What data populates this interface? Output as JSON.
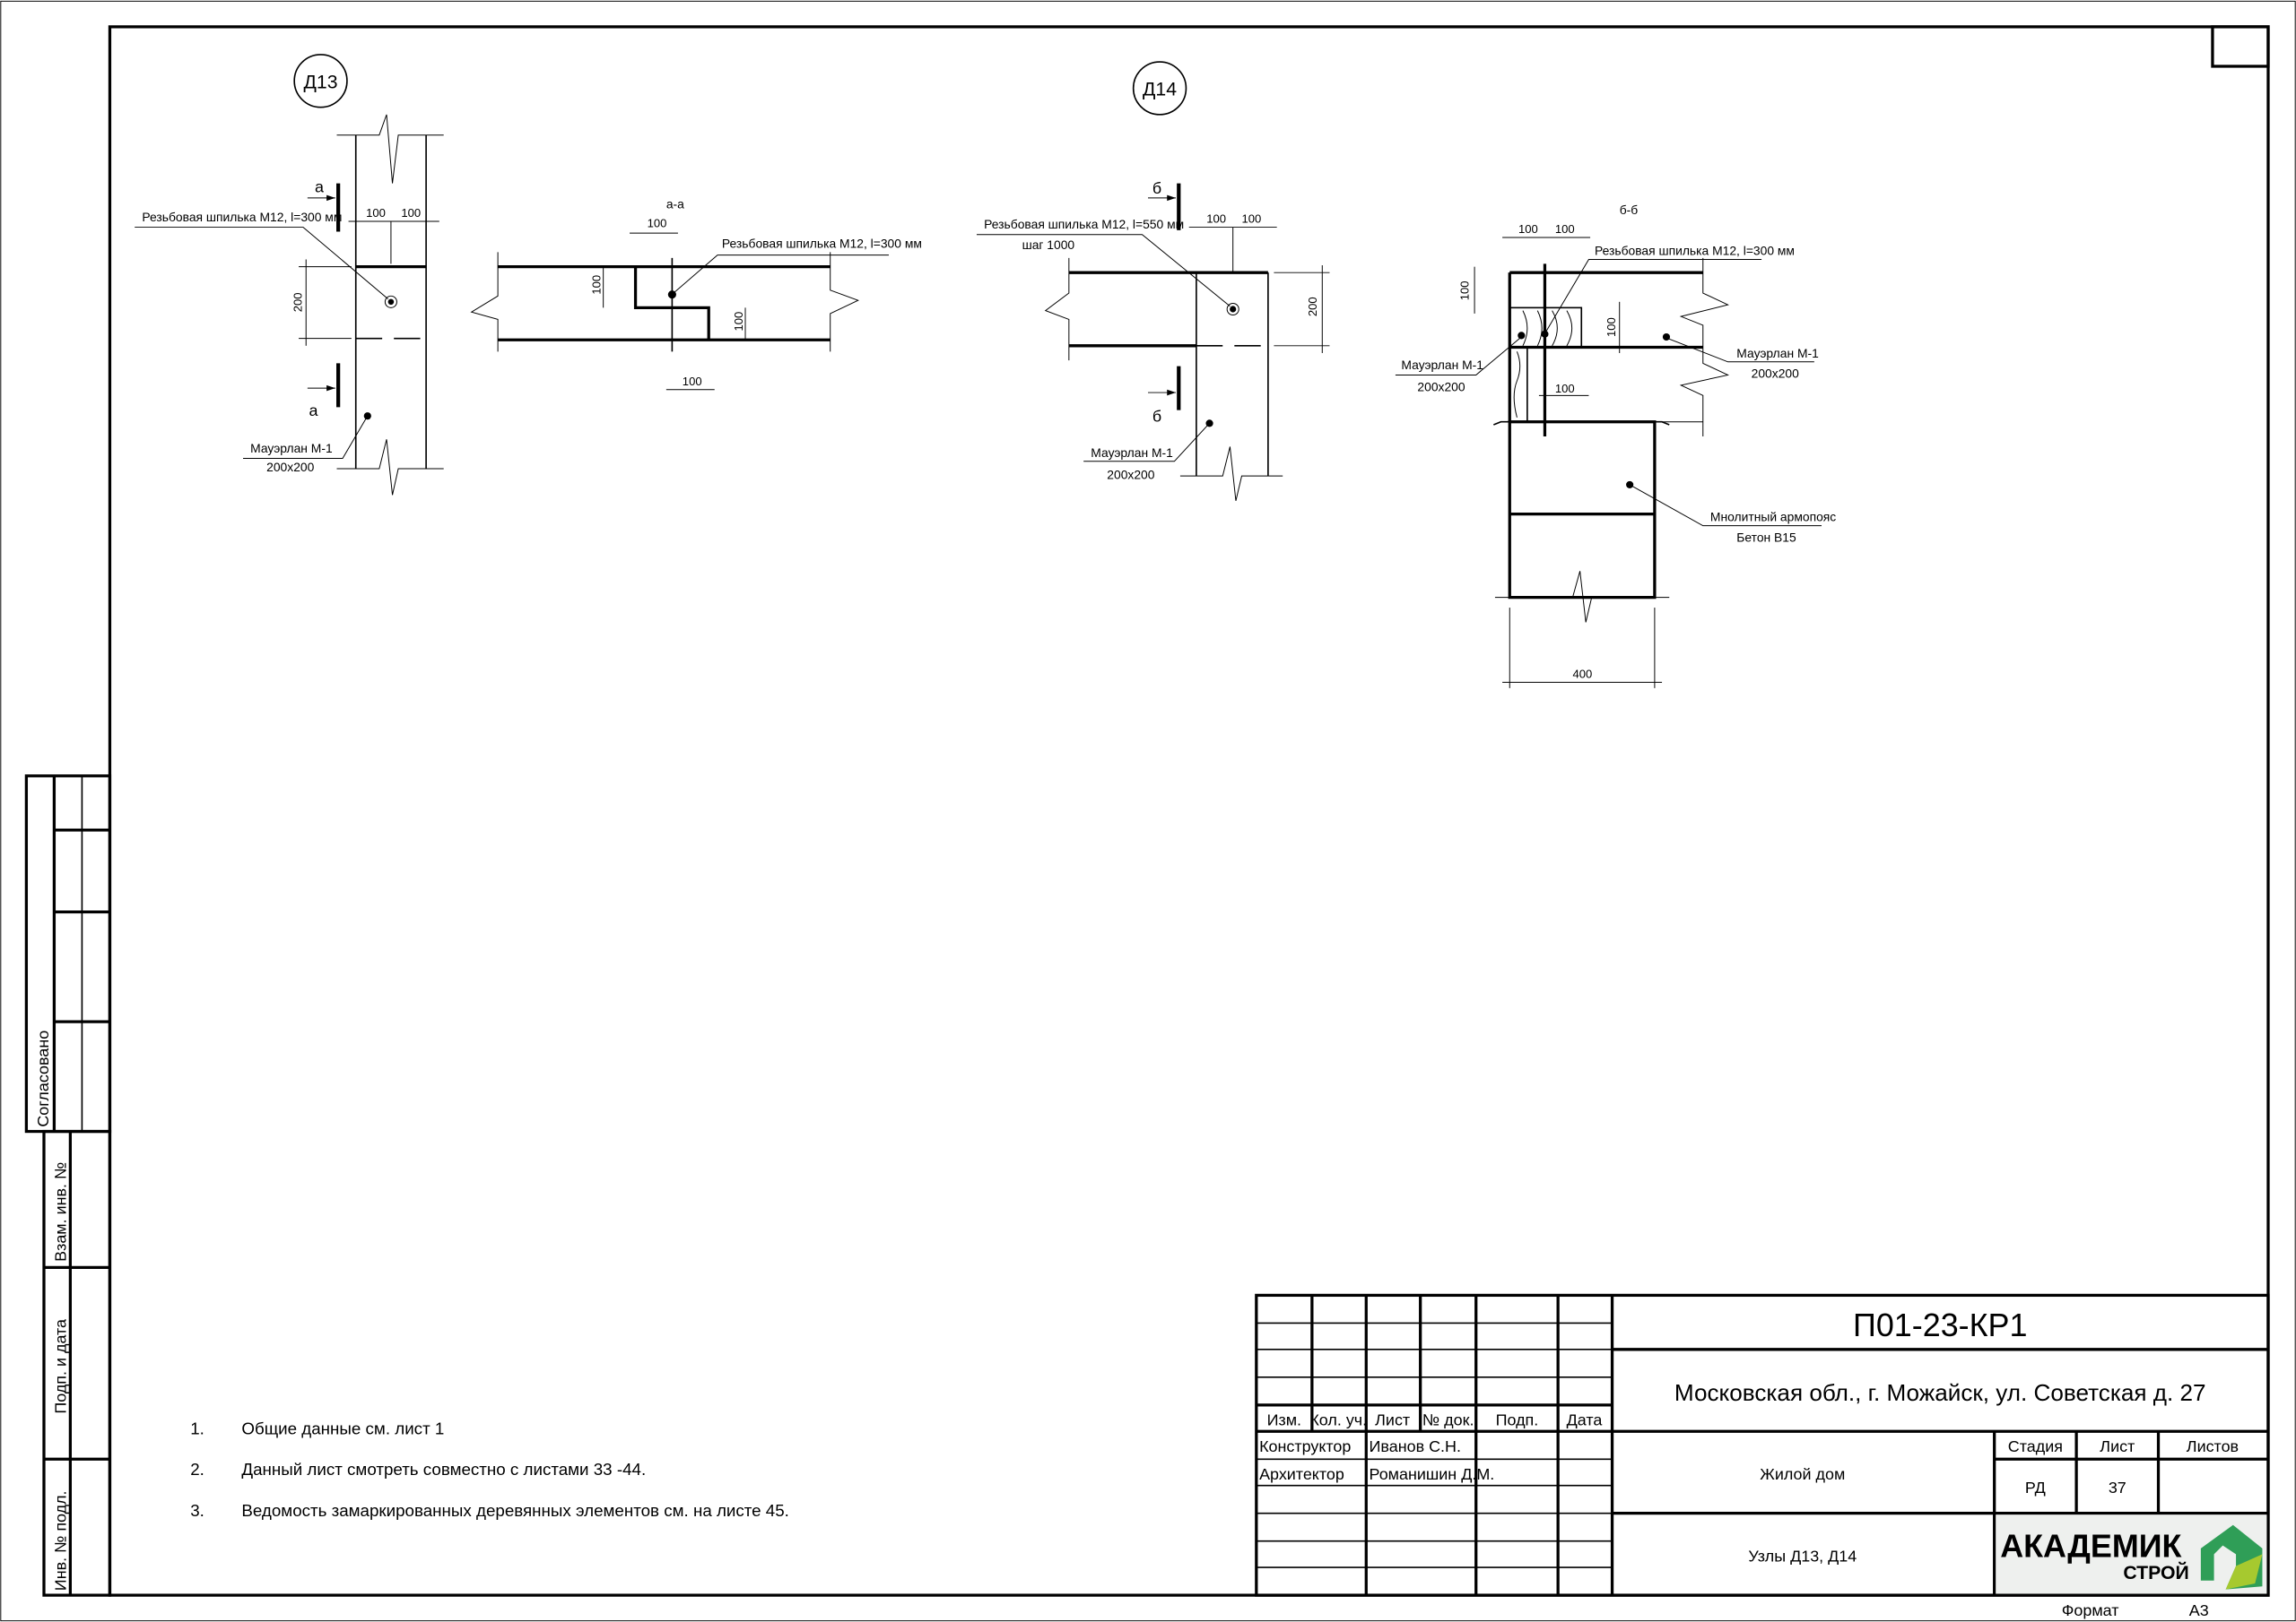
{
  "details": {
    "d13": {
      "marker": "Д13",
      "section_mark": "а",
      "section_title": "а-а",
      "stud_label": "Резьбовая шпилька М12, l=300 мм",
      "section_stud_label": "Резьбовая шпилька М12, l=300 мм",
      "beam_label": "Мауэрлан М-1",
      "beam_size": "200х200",
      "dims": {
        "a": "100",
        "b": "100",
        "c": "200",
        "s1": "100",
        "s2": "100",
        "s3": "100",
        "s4": "100"
      }
    },
    "d14": {
      "marker": "Д14",
      "section_mark": "б",
      "section_title": "б-б",
      "stud_label": "Резьбовая шпилька М12, l=550 мм",
      "stud_step": "шаг 1000",
      "section_stud_label": "Резьбовая шпилька М12, l=300 мм",
      "beam_label": "Мауэрлан М-1",
      "beam_size": "200х200",
      "belt_label": "Мнолитный армопояс",
      "belt_concrete": "Бетон В15",
      "dims": {
        "a": "100",
        "b": "100",
        "c": "200",
        "s1": "100",
        "s2": "100",
        "s3": "100",
        "s4": "100",
        "s5": "100",
        "w": "400"
      }
    }
  },
  "notes": [
    {
      "num": "1.",
      "text": "Общие данные см. лист 1"
    },
    {
      "num": "2.",
      "text": "Данный лист смотреть совместно с листами 33 -44."
    },
    {
      "num": "3.",
      "text": "Ведомость замаркированных деревянных элементов см. на листе 45."
    }
  ],
  "side_stamp": {
    "agreed": "Согласовано",
    "replace_inv": "Взам. инв. №",
    "sign_date": "Подп. и дата",
    "inv_orig": "Инв. № подл."
  },
  "title_block": {
    "code": "П01-23-КР1",
    "address": "Московская обл., г. Можайск, ул. Советская д. 27",
    "headers": [
      "Изм.",
      "Кол. уч.",
      "Лист",
      "№ док.",
      "Подп.",
      "Дата"
    ],
    "people": [
      {
        "role": "Конструктор",
        "name": "Иванов С.Н."
      },
      {
        "role": "Архитектор",
        "name": "Романишин Д.М."
      }
    ],
    "object": "Жилой дом",
    "sheet_title": "Узлы Д13, Д14",
    "stage_header": "Стадия",
    "sheet_header": "Лист",
    "sheets_header": "Листов",
    "stage": "РД",
    "sheet": "37",
    "logo_main": "АКАДЕМИК",
    "logo_sub": "СТРОЙ",
    "format_label": "Формат",
    "format": "А3"
  },
  "colors": {
    "logo_green": "#3aa845",
    "logo_blue": "#1b7fb0",
    "logo_lime": "#a6c92f"
  }
}
